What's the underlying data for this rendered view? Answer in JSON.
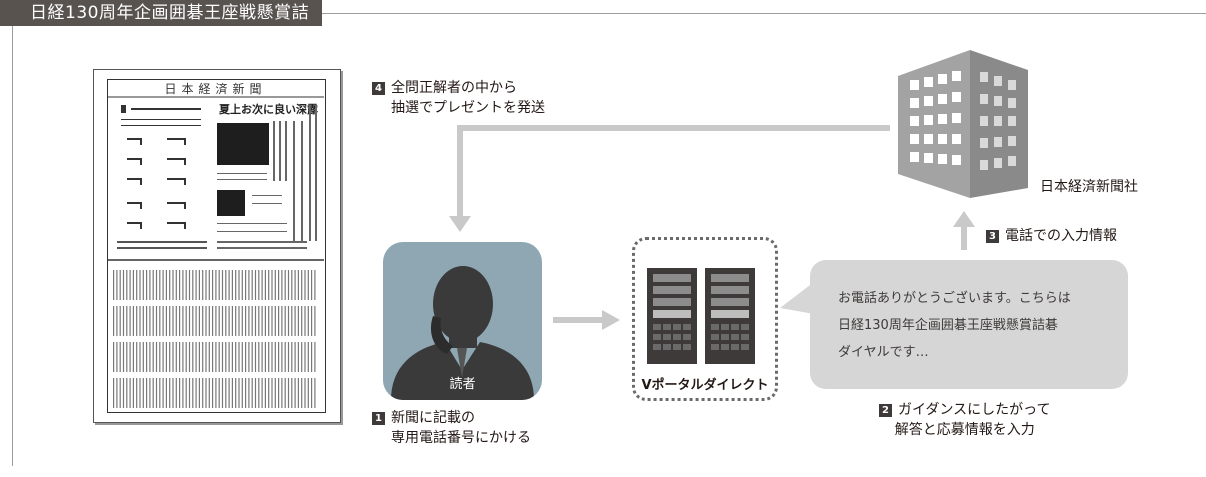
{
  "header": {
    "title": "日経130周年企画囲碁王座戦懸賞詰碁ダイヤル概要"
  },
  "newspaper": {
    "title": "日本経済新聞",
    "headline": "夏上お次に良い深露"
  },
  "steps": [
    {
      "number": "4",
      "line1": "全問正解者の中から",
      "line2": "抽選でプレゼントを発送"
    },
    {
      "number": "1",
      "line1": "新聞に記載の",
      "line2": "専用電話番号にかける"
    },
    {
      "number": "2",
      "line1": "ガイダンスにしたがって",
      "line2": "解答と応募情報を入力"
    },
    {
      "number": "3",
      "line1": "電話での入力情報",
      "line2": ""
    }
  ],
  "reader": {
    "label": "読者"
  },
  "server": {
    "label": "Vポータルダイレクト"
  },
  "bubble": {
    "lines": [
      "お電話ありがとうございます。こちらは",
      "日経130周年企画囲碁王座戦懸賞詰碁",
      "ダイヤルです…"
    ]
  },
  "company": {
    "label": "日本経済新聞社"
  },
  "colors": {
    "header_bg": "#58534f",
    "arrow": "#c9c9c9",
    "reader_bg": "#8ea7b3",
    "bubble_bg": "#d6d6d6",
    "building": "#9a9a9a"
  }
}
